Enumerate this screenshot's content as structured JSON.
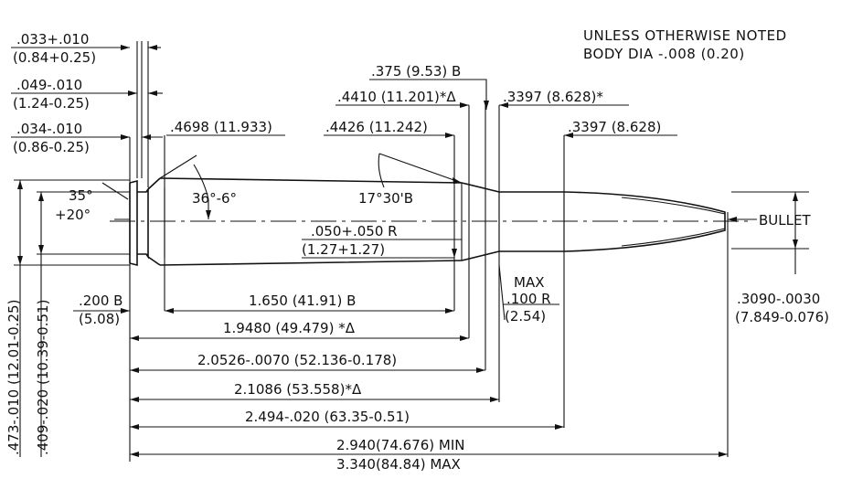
{
  "note": {
    "line1": "UNLESS OTHERWISE NOTED",
    "line2": "BODY DIA -.008 (0.20)"
  },
  "rim_thickness": {
    "in": ".033+.010",
    "mm": "(0.84+0.25)"
  },
  "groove_width": {
    "in": ".049-.010",
    "mm": "(1.24-0.25)"
  },
  "groove_offset": {
    "in": ".034-.010",
    "mm": "(0.86-0.25)"
  },
  "base_dia": ".4698 (11.933)",
  "shoulder_dia": ".4426 (11.242)",
  "neck_ref": ".375 (9.53) B",
  "shoulder_ref_dia": ".4410 (11.201)*Δ",
  "neck_dia_1": ".3397 (8.628)*",
  "neck_dia_2": ".3397 (8.628)",
  "rim_bevel": {
    "angle": "35°",
    "tol": "+20°"
  },
  "base_bevel": "36°-6°",
  "shoulder_angle": "17°30'B",
  "shoulder_radius": {
    "in": ".050+.050 R",
    "mm": "(1.27+1.27)"
  },
  "bullet_label": "BULLET",
  "rim_dia": ".473-.010 (12.01-0.25)",
  "groove_dia": ".409-.020 (10.39-0.51)",
  "base_len": {
    "in": ".200 B",
    "mm": "(5.08)"
  },
  "body_len": "1.650 (41.91) B",
  "neck_radius": {
    "max": "MAX",
    "in": ".100 R",
    "mm": "(2.54)"
  },
  "bullet_dia": {
    "in": ".3090-.0030",
    "mm": "(7.849-0.076)"
  },
  "len_shoulder": "1.9480 (49.479) *Δ",
  "len_neck_start": "2.0526-.0070 (52.136-0.178)",
  "len_ref": "2.1086 (53.558)*Δ",
  "case_length": "2.494-.020 (63.35-0.51)",
  "oal_min": "2.940(74.676) MIN",
  "oal_max": "3.340(84.84) MAX"
}
